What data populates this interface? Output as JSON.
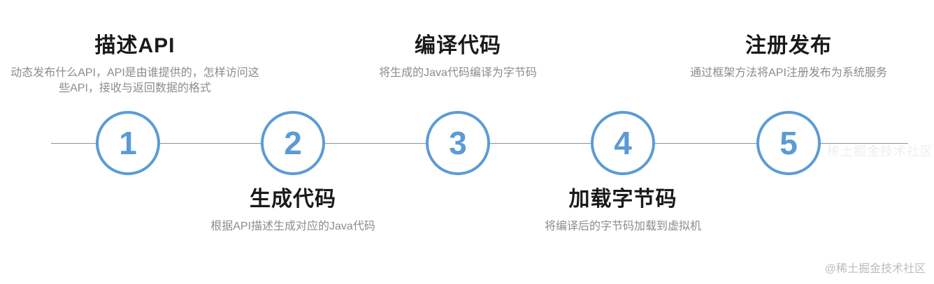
{
  "diagram": {
    "type": "process-timeline",
    "accent_color": "#5b9bd5",
    "line_color": "#8b92a3",
    "title_color": "#1a1a1a",
    "description_color": "#8c8c8c",
    "background_color": "#ffffff",
    "steps": [
      {
        "number": "1",
        "title": "描述API",
        "description": "动态发布什么API，API是由谁提供的，怎样访问这些API，接收与返回数据的格式",
        "text_position": "top"
      },
      {
        "number": "2",
        "title": "生成代码",
        "description": "根据API描述生成对应的Java代码",
        "text_position": "bottom"
      },
      {
        "number": "3",
        "title": "编译代码",
        "description": "将生成的Java代码编译为字节码",
        "text_position": "top"
      },
      {
        "number": "4",
        "title": "加载字节码",
        "description": "将编译后的字节码加载到虚拟机",
        "text_position": "bottom"
      },
      {
        "number": "5",
        "title": "注册发布",
        "description": "通过框架方法将API注册发布为系统服务",
        "text_position": "top"
      }
    ],
    "ghost_watermark": "稀土掘金技术社区",
    "watermark": "@稀土掘金技术社区"
  }
}
